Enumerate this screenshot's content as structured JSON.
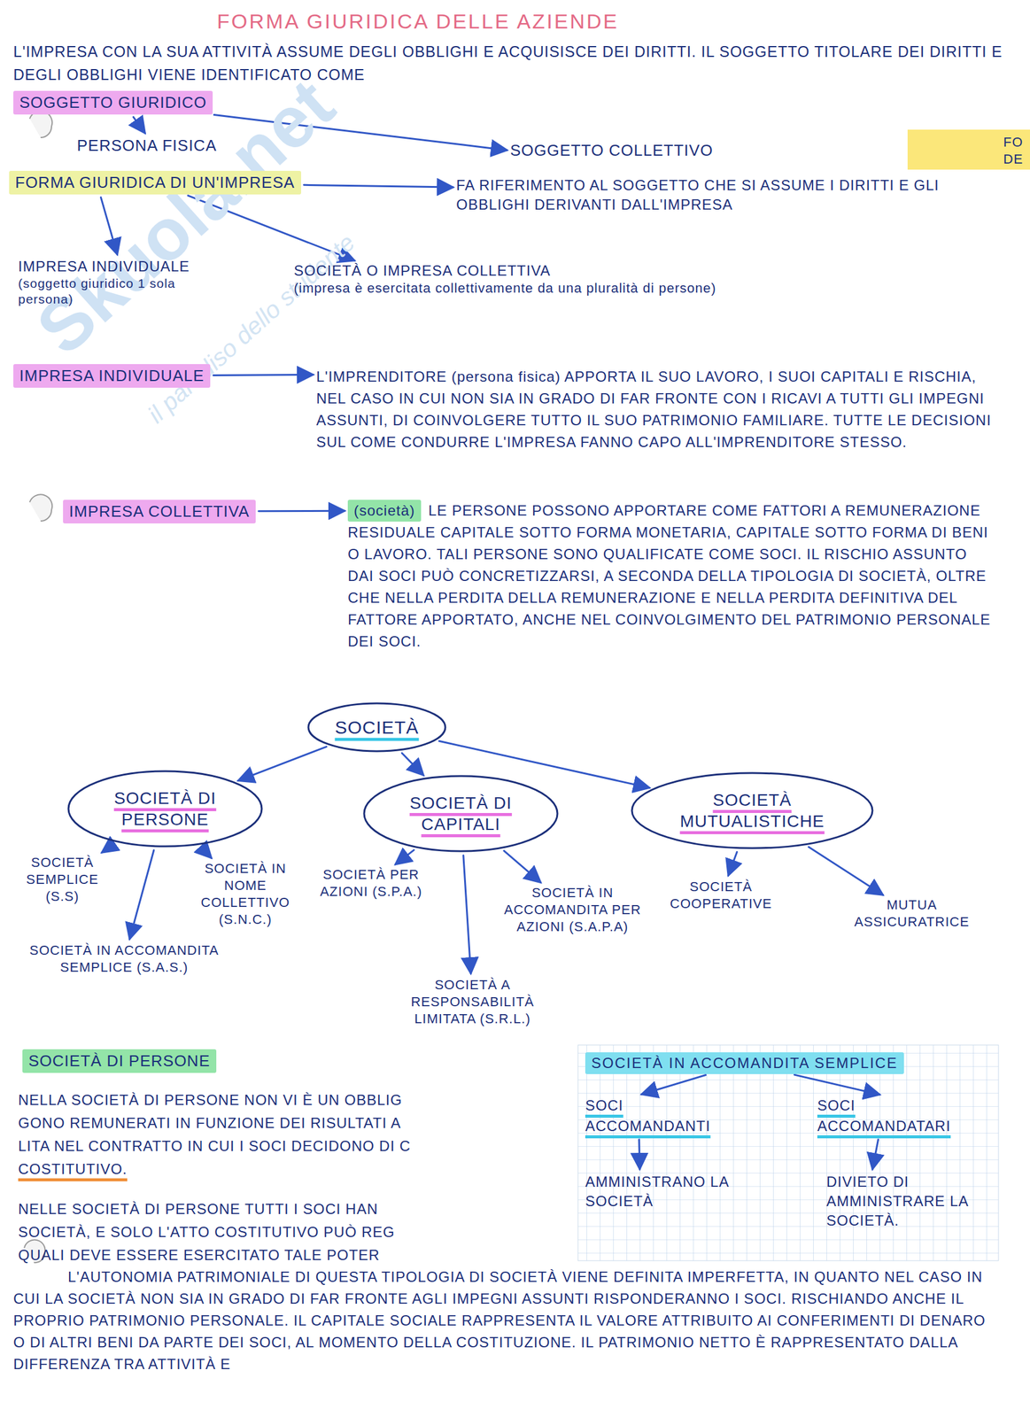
{
  "diagram": {
    "title": "FORMA GIURIDICA DELLE AZIENDE",
    "nodes": [
      {
        "text": [
          "SOGGETTO GIURIDICO"
        ]
      },
      {
        "text": [
          "PERSONA FISICA"
        ]
      },
      {
        "text": [
          "SOGGETTO COLLETTIVO"
        ]
      },
      {
        "text": [
          "FORMA GIURIDICA DI UN'IMPRESA"
        ]
      },
      {
        "text": [
          "FA RIFERIMENTO AL SOGGETTO CHE SI ASSUME I DIRITTI E GLI OBBLIGHI DERIVANTI DALL'IMPRESA"
        ]
      },
      {
        "text": [
          "IMPRESA INDIVIDUALE",
          "(soggetto giuridico 1 sola persona)"
        ]
      },
      {
        "text": [
          "SOCIETÀ O IMPRESA COLLETTIVA",
          "(impresa è esercitata collettivamente da una pluralità di persone)"
        ]
      },
      {
        "text": [
          "IMPRESA INDIVIDUALE"
        ]
      },
      {
        "text": [
          "L'IMPRENDITORE (persona fisica) APPORTA IL SUO LAVORO, I SUOI CAPITALI E RISCHIA, NEL CASO IN CUI NON SIA IN GRADO DI FAR FRONTE CON I RICAVI A TUTTI GLI IMPEGNI ASSUNTI, DI COINVOLGERE TUTTO IL SUO PATRIMONIO FAMILIARE. TUTTE LE DECISIONI SUL COME CONDURRE L'IMPRESA FANNO CAPO ALL'IMPRENDITORE STESSO."
        ]
      },
      {
        "text": [
          "IMPRESA COLLETTIVA"
        ]
      },
      {
        "text": [
          "(società)"
        ]
      },
      {
        "text": [
          "SOCIETÀ"
        ]
      },
      {
        "text": [
          "SOCIETÀ DI PERSONE"
        ]
      },
      {
        "text": [
          "SOCIETÀ DI CAPITALI"
        ]
      },
      {
        "text": [
          "SOCIETÀ MUTUALISTICHE"
        ]
      },
      {
        "text": [
          "SOCIETÀ SEMPLICE (S.S)"
        ]
      },
      {
        "text": [
          "SOCIETÀ IN NOME COLLETTIVO (S.N.C.)"
        ]
      },
      {
        "text": [
          "SOCIETÀ IN ACCOMANDITA SEMPLICE (S.A.S.)"
        ]
      },
      {
        "text": [
          "SOCIETÀ PER AZIONI (S.P.A.)"
        ]
      },
      {
        "text": [
          "SOCIETÀ A RESPONSABILITÀ LIMITATA (S.R.L.)"
        ]
      },
      {
        "text": [
          "SOCIETÀ IN ACCOMANDITA PER AZIONI (S.A.P.A)"
        ]
      },
      {
        "text": [
          "SOCIETÀ COOPERATIVE"
        ]
      },
      {
        "text": [
          "MUTUA ASSICURATRICE"
        ]
      },
      {
        "text": [
          "SOCIETÀ DI PERSONE"
        ]
      },
      {
        "text": [
          "SOCIETÀ IN ACCOMANDITA SEMPLICE"
        ]
      },
      {
        "text": [
          "SOCI ACCOMANDANTI"
        ]
      },
      {
        "text": [
          "SOCI ACCOMANDATARI"
        ]
      },
      {
        "text": [
          "AMMINISTRANO LA SOCIETÀ"
        ]
      },
      {
        "text": [
          "DIVIETO DI AMMINISTRARE LA SOCIETÀ."
        ]
      }
    ],
    "edges": [
      {
        "from": 0,
        "to": 1,
        "arrow": "to"
      },
      {
        "from": 0,
        "to": 2,
        "arrow": "to"
      },
      {
        "from": 3,
        "to": 4,
        "arrow": "to"
      },
      {
        "from": 3,
        "to": 5,
        "arrow": "to"
      },
      {
        "from": 3,
        "to": 6,
        "arrow": "to"
      },
      {
        "from": 7,
        "to": 8,
        "arrow": "to"
      },
      {
        "from": 9,
        "to": 10,
        "arrow": "to"
      },
      {
        "from": 11,
        "to": 12,
        "arrow": "to"
      },
      {
        "from": 11,
        "to": 13,
        "arrow": "to"
      },
      {
        "from": 11,
        "to": 14,
        "arrow": "to"
      },
      {
        "from": 12,
        "to": 15,
        "arrow": "to"
      },
      {
        "from": 12,
        "to": 16,
        "arrow": "to"
      },
      {
        "from": 12,
        "to": 17,
        "arrow": "to"
      },
      {
        "from": 13,
        "to": 18,
        "arrow": "to"
      },
      {
        "from": 13,
        "to": 19,
        "arrow": "to"
      },
      {
        "from": 13,
        "to": 20,
        "arrow": "to"
      },
      {
        "from": 14,
        "to": 21,
        "arrow": "to"
      },
      {
        "from": 14,
        "to": 22,
        "arrow": "to"
      },
      {
        "from": 24,
        "to": 25,
        "arrow": "to"
      },
      {
        "from": 24,
        "to": 26,
        "arrow": "to"
      },
      {
        "from": 25,
        "to": 27,
        "arrow": "to"
      },
      {
        "from": 26,
        "to": 28,
        "arrow": "to"
      }
    ],
    "labels": [
      "L'IMPRESA CON LA SUA ATTIVITÀ ASSUME DEGLI OBBLIGHI E ACQUISISCE DEI DIRITTI. IL SOGGETTO TITOLARE DEI DIRITTI E DEGLI OBBLIGHI VIENE IDENTIFICATO COME",
      "LE PERSONE POSSONO APPORTARE COME FATTORI A REMUNERAZIONE RESIDUALE CAPITALE SOTTO FORMA MONETARIA, CAPITALE SOTTO FORMA DI BENI O LAVORO. TALI PERSONE SONO QUALIFICATE COME SOCI. IL RISCHIO ASSUNTO DAI SOCI PUÒ CONCRETIZZARSI, A SECONDA DELLA TIPOLOGIA DI SOCIETÀ, OLTRE CHE NELLA PERDITA DELLA REMUNERAZIONE E NELLA PERDITA DEFINITIVA DEL FATTORE APPORTATO, ANCHE NEL COINVOLGIMENTO DEL PATRIMONIO PERSONALE DEI SOCI.",
      "NELLA SOCIETÀ DI PERSONE NON VI È UN OBBLIG",
      "GONO REMUNERATI IN FUNZIONE DEI RISULTATI A",
      "LITA NEL CONTRATTO IN CUI I SOCI DECIDONO DI C",
      "COSTITUTIVO.",
      "NELLE SOCIETÀ DI PERSONE TUTTI I SOCI HAN",
      "SOCIETÀ, E SOLO L'ATTO COSTITUTIVO PUÒ REG",
      "QUALI DEVE ESSERE ESERCITATO TALE POTER",
      "L'AUTONOMIA PATRIMONIALE DI QUESTA TIPOLOGIA DI SOCIETÀ VIENE DEFINITA IMPERFETTA, IN QUANTO NEL CASO IN CUI LA SOCIETÀ NON SIA IN GRADO DI FAR FRONTE AGLI IMPEGNI ASSUNTI RISPONDERANNO I SOCI. RISCHIANDO ANCHE IL PROPRIO PATRIMONIO PERSONALE. IL CAPITALE SOCIALE RAPPRESENTA IL VALORE ATTRIBUITO AI CONFERIMENTI DI DENARO O DI ALTRI BENI DA PARTE DEI SOCI, AL MOMENTO DELLA COSTITUZIONE. IL PATRIMONIO NETTO È RAPPRESENTATO DALLA DIFFERENZA TRA ATTIVITÀ E",
      "FO",
      "DE",
      "Skuola.net",
      "il paradiso dello studente"
    ]
  }
}
